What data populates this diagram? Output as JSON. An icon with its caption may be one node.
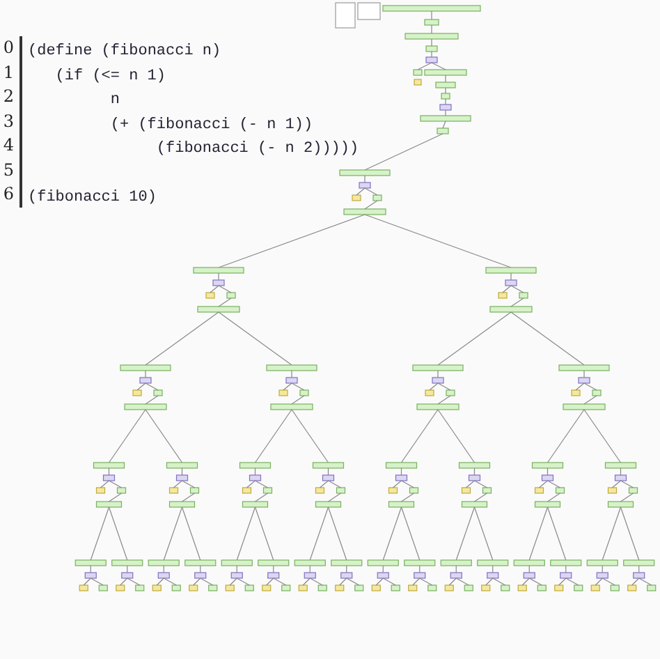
{
  "diagram": {
    "labels": [
      "0",
      "(define (fibonacci n)",
      "1",
      "(if (<= n 1)",
      "2",
      "n",
      "3",
      "(+ (fibonacci (- n 1))",
      "4",
      "(fibonacci (- n 2)))))",
      "5",
      "6",
      "(fibonacci 10)"
    ]
  }
}
